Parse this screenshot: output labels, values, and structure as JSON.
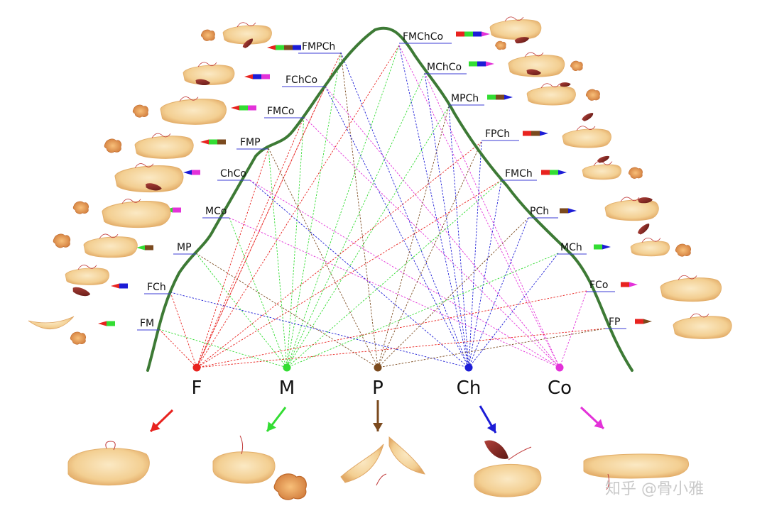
{
  "colors": {
    "F": "#e8231f",
    "M": "#33dd33",
    "P": "#7b4a1e",
    "Ch": "#1c1cd6",
    "Co": "#e332d9",
    "curve": "#3d7a35",
    "label_underline": "#3b3bd4"
  },
  "base_nodes": [
    {
      "id": "F",
      "label": "F"
    },
    {
      "id": "M",
      "label": "M"
    },
    {
      "id": "P",
      "label": "P"
    },
    {
      "id": "Ch",
      "label": "Ch"
    },
    {
      "id": "Co",
      "label": "Co"
    }
  ],
  "combinations_left": [
    {
      "label": "FMPCh",
      "components": [
        "F",
        "M",
        "P",
        "Ch"
      ]
    },
    {
      "label": "FChCo",
      "components": [
        "F",
        "Ch",
        "Co"
      ]
    },
    {
      "label": "FMCo",
      "components": [
        "F",
        "M",
        "Co"
      ]
    },
    {
      "label": "FMP",
      "components": [
        "F",
        "M",
        "P"
      ]
    },
    {
      "label": "ChCo",
      "components": [
        "Ch",
        "Co"
      ]
    },
    {
      "label": "MCo",
      "components": [
        "M",
        "Co"
      ]
    },
    {
      "label": "MP",
      "components": [
        "M",
        "P"
      ]
    },
    {
      "label": "FCh",
      "components": [
        "F",
        "Ch"
      ]
    },
    {
      "label": "FM",
      "components": [
        "F",
        "M"
      ]
    }
  ],
  "combinations_top": [
    {
      "label": "FMChCo",
      "components": [
        "F",
        "M",
        "Ch",
        "Co"
      ]
    }
  ],
  "combinations_right": [
    {
      "label": "MChCo",
      "components": [
        "M",
        "Ch",
        "Co"
      ]
    },
    {
      "label": "MPCh",
      "components": [
        "M",
        "P",
        "Ch"
      ]
    },
    {
      "label": "FPCh",
      "components": [
        "F",
        "P",
        "Ch"
      ]
    },
    {
      "label": "FMCh",
      "components": [
        "F",
        "M",
        "Ch"
      ]
    },
    {
      "label": "PCh",
      "components": [
        "P",
        "Ch"
      ]
    },
    {
      "label": "MCh",
      "components": [
        "M",
        "Ch"
      ]
    },
    {
      "label": "FCo",
      "components": [
        "F",
        "Co"
      ]
    },
    {
      "label": "FP",
      "components": [
        "F",
        "P"
      ]
    }
  ],
  "watermark": "知乎 @骨小雅"
}
